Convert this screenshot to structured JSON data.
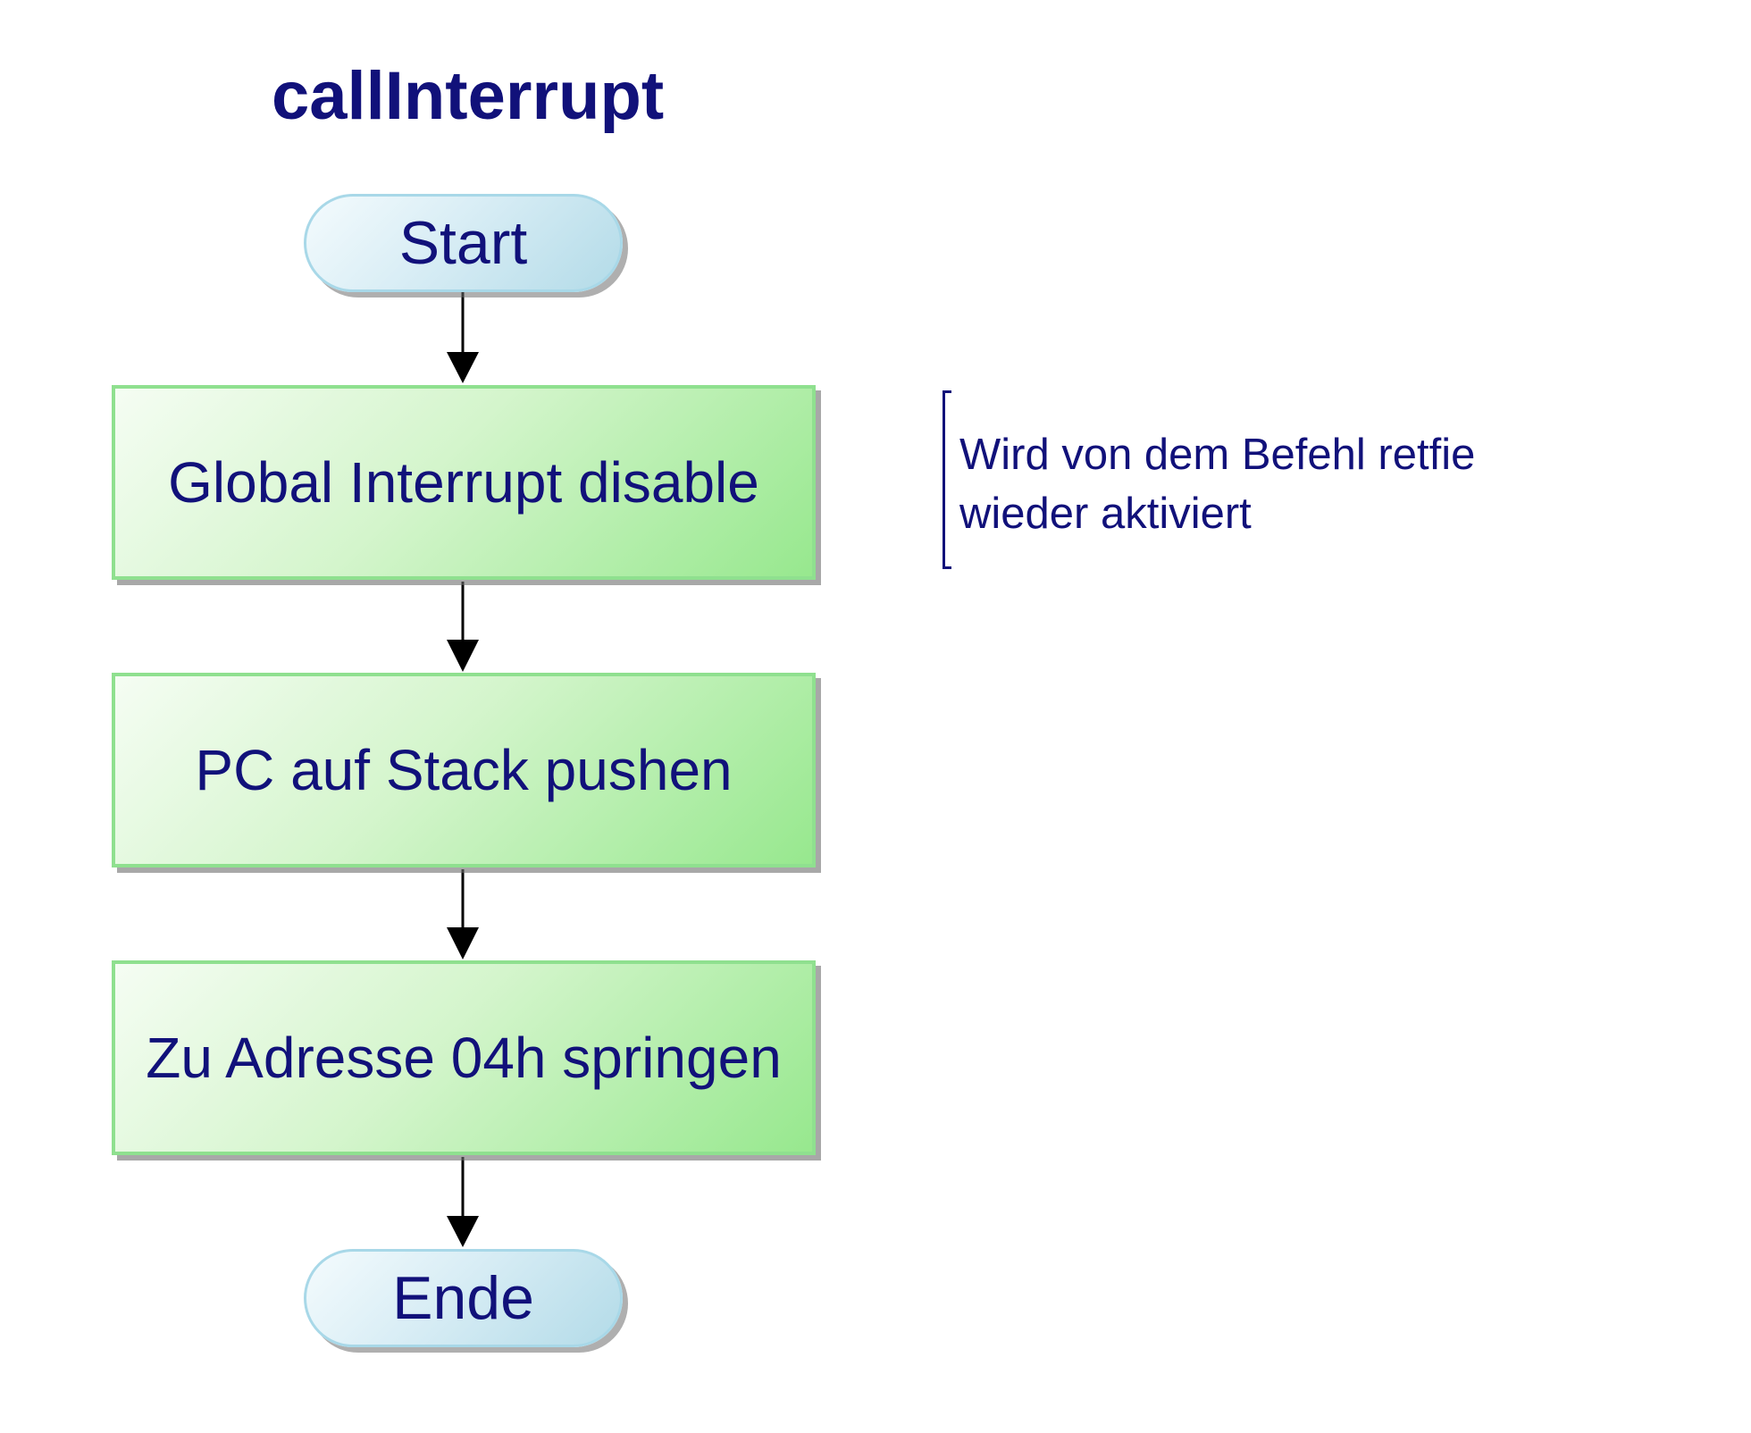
{
  "diagram": {
    "title": "callInterrupt",
    "nodes": [
      {
        "id": "start",
        "shape": "terminal",
        "label": "Start"
      },
      {
        "id": "step1",
        "shape": "process",
        "label": "Global Interrupt disable"
      },
      {
        "id": "step2",
        "shape": "process",
        "label": "PC auf Stack pushen"
      },
      {
        "id": "step3",
        "shape": "process",
        "label": "Zu Adresse 04h springen"
      },
      {
        "id": "end",
        "shape": "terminal",
        "label": "Ende"
      }
    ],
    "edges": [
      {
        "from": "start",
        "to": "step1"
      },
      {
        "from": "step1",
        "to": "step2"
      },
      {
        "from": "step2",
        "to": "step3"
      },
      {
        "from": "step3",
        "to": "end"
      }
    ],
    "annotation": {
      "attached_to": "step1",
      "lines": [
        "Wird von dem Befehl retfie",
        "wieder aktiviert"
      ]
    },
    "colors": {
      "text": "#11117a",
      "process_fill": "#b8f0b0",
      "process_border": "#8fe08f",
      "terminal_fill": "#d0e9f2",
      "terminal_border": "#a8d8e8",
      "connector": "#000000"
    }
  }
}
